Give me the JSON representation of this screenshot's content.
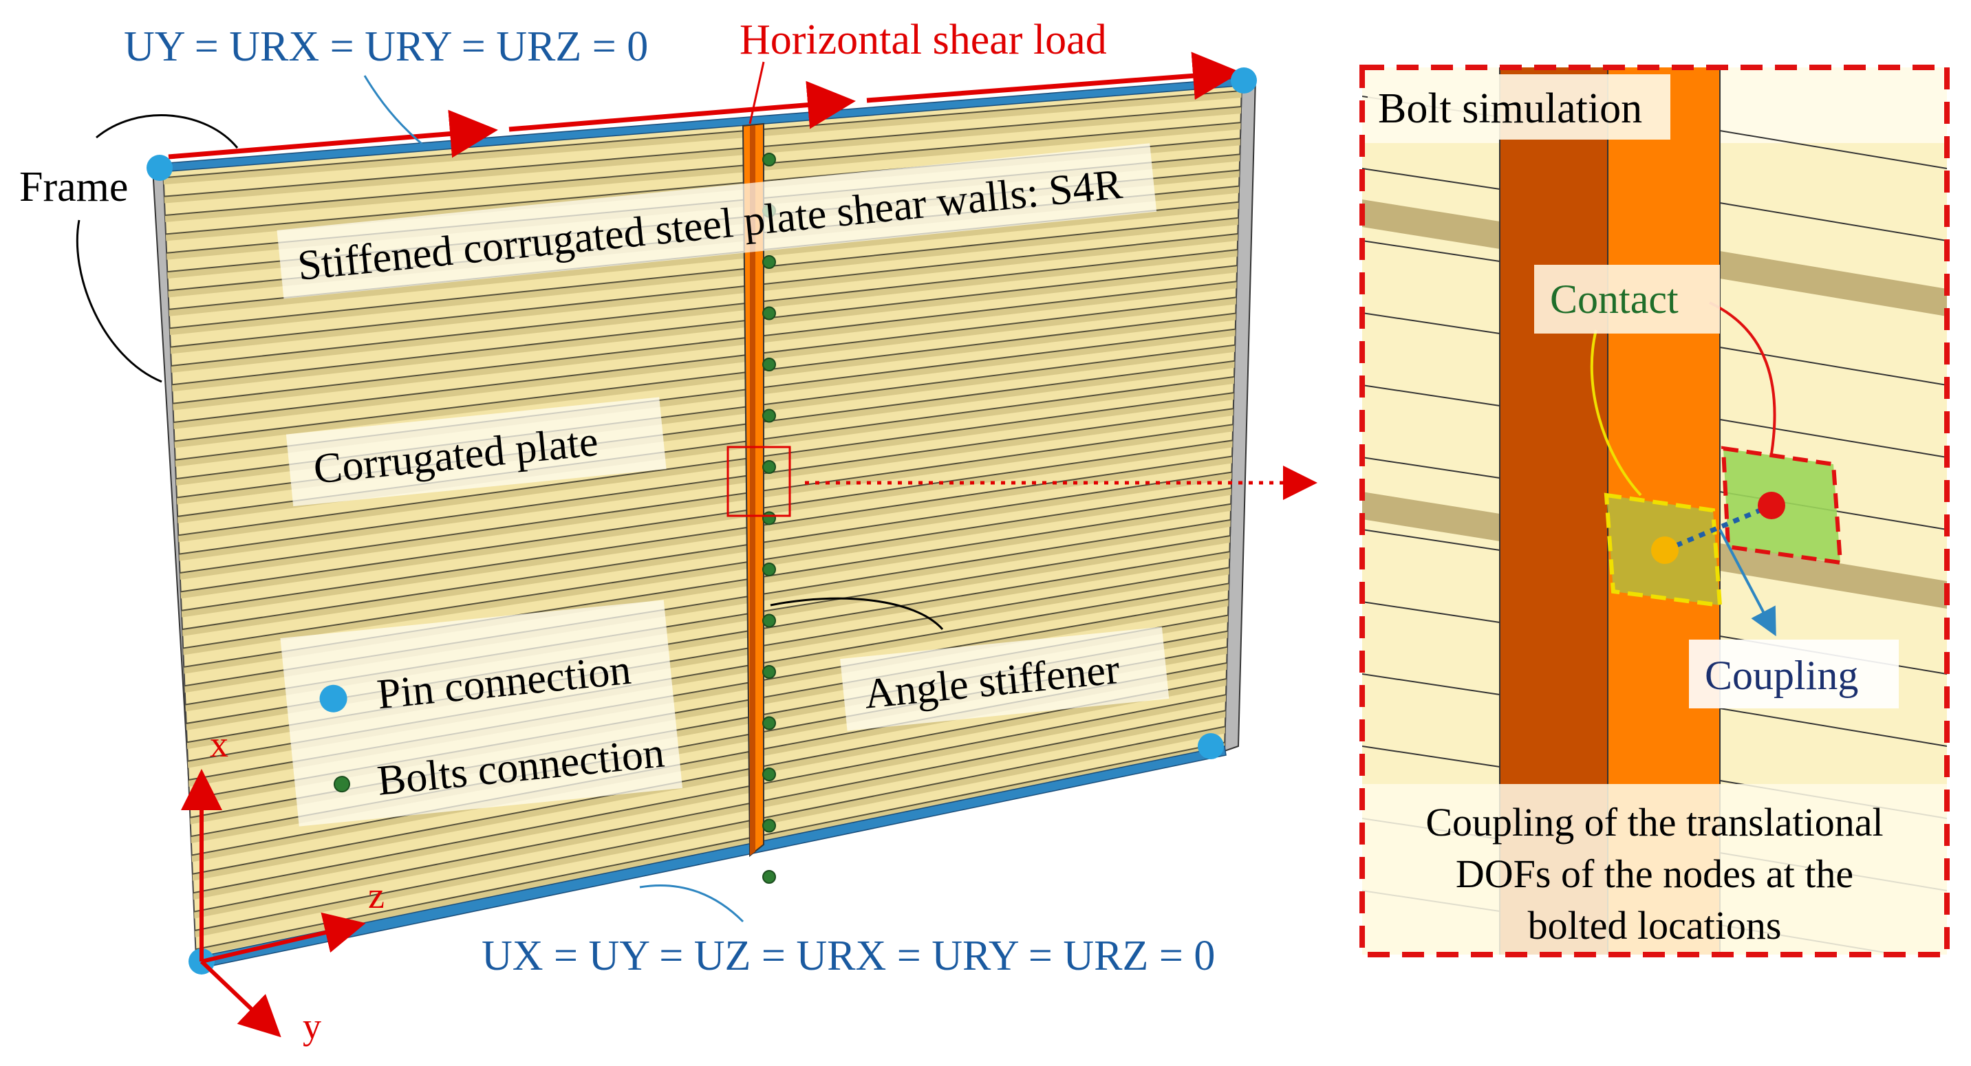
{
  "labels": {
    "top_bc": "UY = URX = URY = URZ = 0",
    "shear_load": "Horizontal shear load",
    "frame": "Frame",
    "swall": "Stiffened corrugated steel plate shear walls: S4R",
    "corrugated_plate": "Corrugated plate",
    "pin_connection": "Pin connection",
    "bolts_connection": "Bolts connection",
    "angle_stiffener": "Angle stiffener",
    "bottom_bc": "UX = UY = UZ = URX = URY = URZ = 0",
    "axis_x": "x",
    "axis_y": "y",
    "axis_z": "z"
  },
  "inset": {
    "title": "Bolt simulation",
    "contact": "Contact",
    "coupling": "Coupling",
    "caption_line1": "Coupling of the translational",
    "caption_line2": "DOFs of the nodes at the",
    "caption_line3": "bolted locations"
  },
  "colors": {
    "plate": "#f3e4a6",
    "plate_dark": "#a89a62",
    "stiffener": "#ff7f00",
    "stiffener_dark": "#c54e00",
    "frame_blue": "#2e86c1",
    "pin": "#2aa3df",
    "bolt": "#2e7d32",
    "load_red": "#e00000",
    "bc_blue": "#1a5aa0",
    "dashed_red": "#e01010",
    "yellow_dash": "#f0e000"
  }
}
